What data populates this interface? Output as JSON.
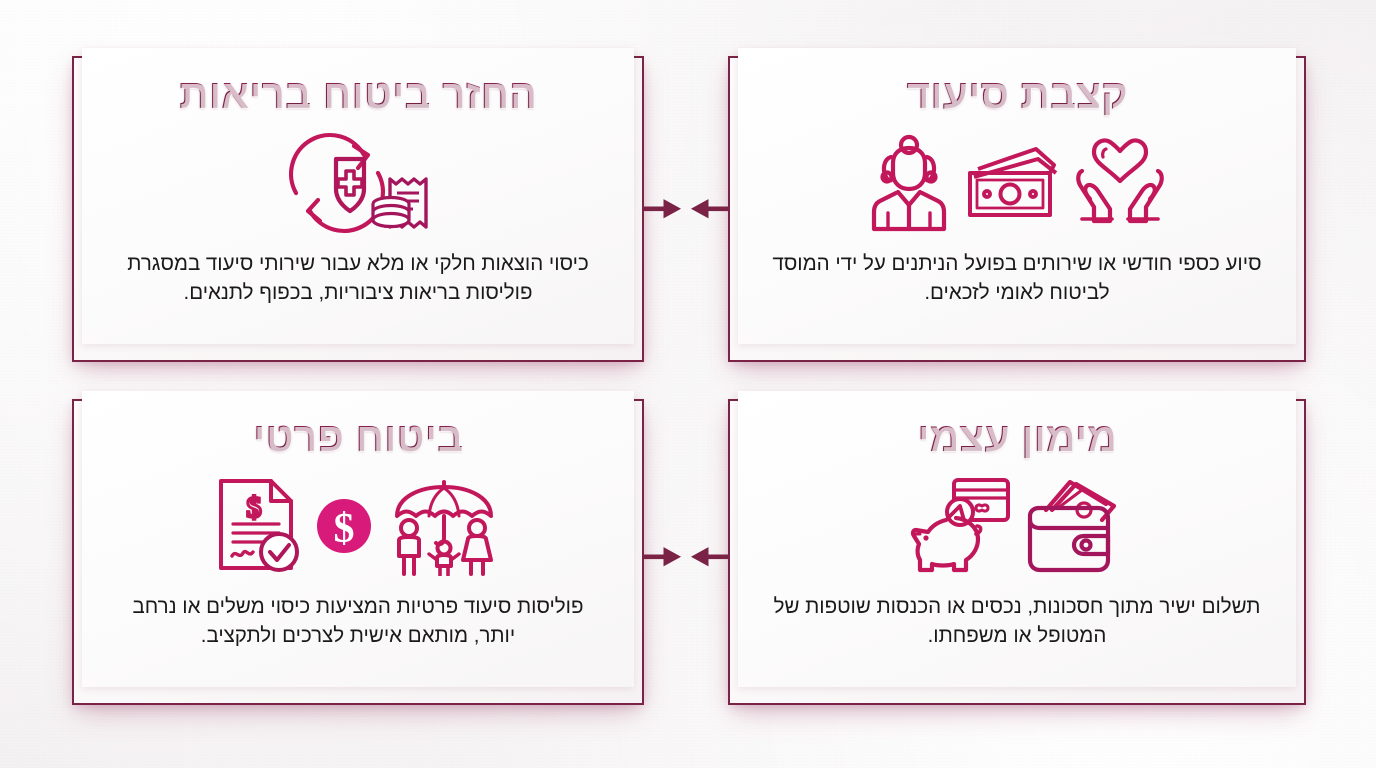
{
  "theme": {
    "background": "#f7f5f5",
    "frame_border": "#7a2346",
    "title_color": "#7d2247",
    "icon_color": "#c2185b",
    "icon_color_dark": "#8e2553",
    "accent_fill": "#d81b7a",
    "body_text": "#1a1a1a",
    "arrow_color": "#7a2346"
  },
  "cards": [
    {
      "id": "health-insurance-refund",
      "title": "החזר ביטוח בריאות",
      "description": "כיסוי הוצאות חלקי או מלא עבור שירותי סיעוד במסגרת פוליסות בריאות ציבוריות, בכפוף לתנאים.",
      "icons": [
        "refresh-shield-cross-icon",
        "coins-stack-icon",
        "receipt-icon"
      ]
    },
    {
      "id": "nursing-allowance",
      "title": "קצבת סיעוד",
      "description": "סיוע כספי חודשי או שירותים בפועל הניתנים על ידי המוסד לביטוח לאומי לזכאים.",
      "icons": [
        "hands-holding-heart-icon",
        "banknotes-icon",
        "elderly-person-icon"
      ]
    },
    {
      "id": "private-insurance",
      "title": "ביטוח פרטי",
      "description": "פוליסות סיעוד פרטיות המציעות כיסוי משלים או נרחב יותר, מותאם אישית לצרכים ולתקציב.",
      "icons": [
        "family-umbrella-icon",
        "dollar-coin-icon",
        "signed-policy-document-icon"
      ]
    },
    {
      "id": "self-financing",
      "title": "מימון עצמי",
      "description": "תשלום ישיר מתוך חסכונות, נכסים או הכנסות שוטפות של המטופל או משפחתו.",
      "icons": [
        "wallet-with-cash-icon",
        "piggy-bank-icon",
        "credit-card-icon"
      ]
    }
  ],
  "connectors": [
    {
      "id": "connector-top",
      "icons": [
        "arrow-right-icon",
        "arrow-left-icon"
      ]
    },
    {
      "id": "connector-bottom",
      "icons": [
        "arrow-right-icon",
        "arrow-left-icon"
      ]
    }
  ]
}
